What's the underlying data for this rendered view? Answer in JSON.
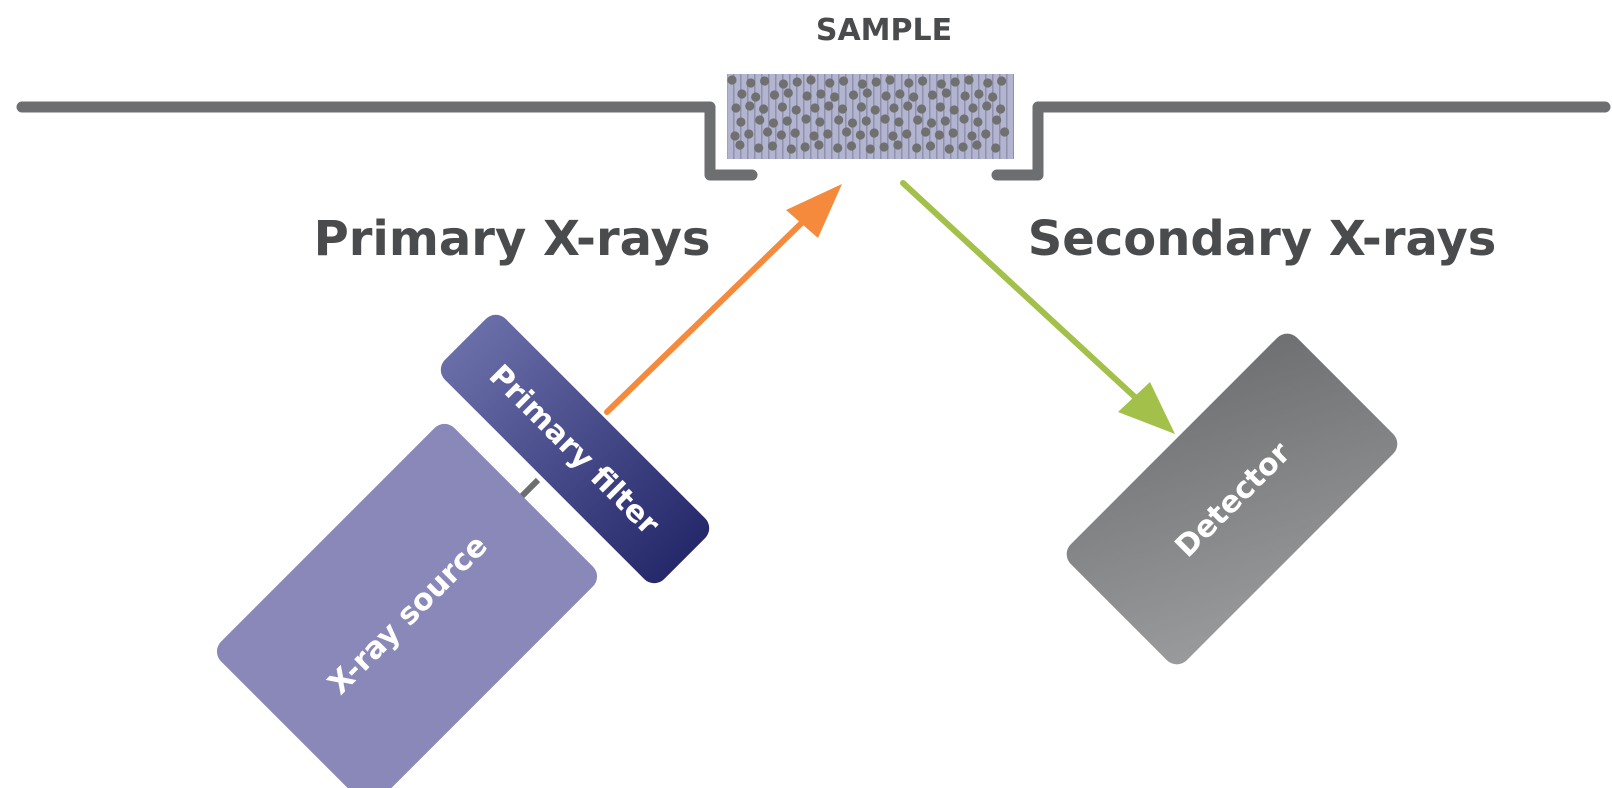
{
  "labels": {
    "sample": "SAMPLE",
    "primary_xrays": "Primary X-rays",
    "secondary_xrays": "Secondary X-rays",
    "primary_filter": "Primary filter",
    "xray_source": "X-ray source",
    "detector": "Detector"
  },
  "colors": {
    "label_text": "#4a4b4d",
    "holder_line": "#6d6e70",
    "sample_fill": "#aeb0cc",
    "sample_dots": "#707070",
    "primary_arrow": "#f58a3c",
    "secondary_arrow": "#a3c14a",
    "xray_source": "#8a88b8",
    "filter_gradient_start": "#6a6ea8",
    "filter_gradient_end": "#25286a",
    "detector_gradient_start": "#9a9b9d",
    "detector_gradient_end": "#6e6f71"
  }
}
